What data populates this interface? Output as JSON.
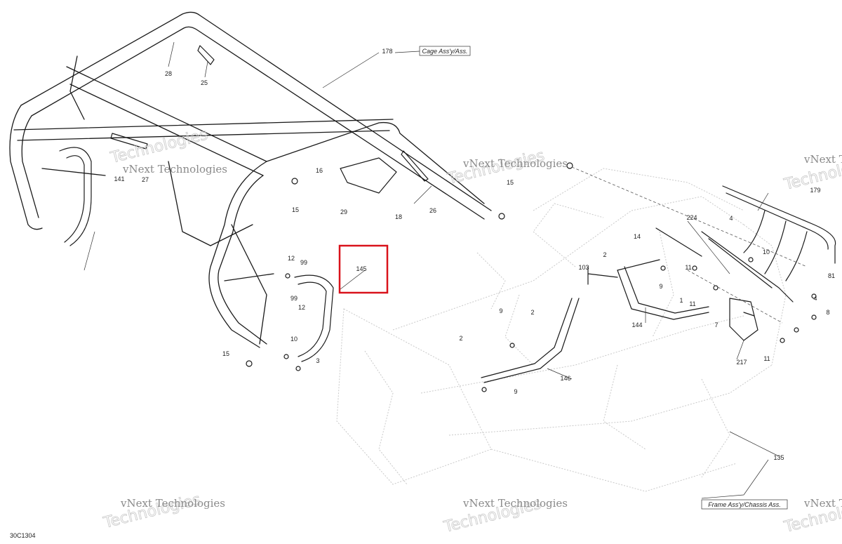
{
  "diagram_id": "30C1304",
  "assembly_labels": {
    "cage": "Cage Ass'y/Ass.",
    "frame": "Frame Ass'y/Chassis Ass."
  },
  "watermark": {
    "line1": "vNext Technologies",
    "line2": "Technologies"
  },
  "highlight": {
    "part": "145",
    "color": "#d9121b"
  },
  "callouts": [
    {
      "id": "c178",
      "text": "178"
    },
    {
      "id": "c28",
      "text": "28"
    },
    {
      "id": "c25",
      "text": "25"
    },
    {
      "id": "c141",
      "text": "141"
    },
    {
      "id": "c27",
      "text": "27"
    },
    {
      "id": "c16",
      "text": "16"
    },
    {
      "id": "c15a",
      "text": "15"
    },
    {
      "id": "c29",
      "text": "29"
    },
    {
      "id": "c18",
      "text": "18"
    },
    {
      "id": "c26",
      "text": "26"
    },
    {
      "id": "c15b",
      "text": "15"
    },
    {
      "id": "c12a",
      "text": "12"
    },
    {
      "id": "c99a",
      "text": "99"
    },
    {
      "id": "c99b",
      "text": "99"
    },
    {
      "id": "c12b",
      "text": "12"
    },
    {
      "id": "c145",
      "text": "145"
    },
    {
      "id": "c10a",
      "text": "10"
    },
    {
      "id": "c3",
      "text": "3"
    },
    {
      "id": "c15c",
      "text": "15"
    },
    {
      "id": "c9a",
      "text": "9"
    },
    {
      "id": "c2a",
      "text": "2"
    },
    {
      "id": "c2b",
      "text": "2"
    },
    {
      "id": "c146",
      "text": "146"
    },
    {
      "id": "c9b",
      "text": "9"
    },
    {
      "id": "c103",
      "text": "103"
    },
    {
      "id": "c2c",
      "text": "2"
    },
    {
      "id": "c9c",
      "text": "9"
    },
    {
      "id": "c144",
      "text": "144"
    },
    {
      "id": "c14",
      "text": "14"
    },
    {
      "id": "c11a",
      "text": "11"
    },
    {
      "id": "c224",
      "text": "224"
    },
    {
      "id": "c4a",
      "text": "4"
    },
    {
      "id": "c179",
      "text": "179"
    },
    {
      "id": "c10b",
      "text": "10"
    },
    {
      "id": "c81",
      "text": "81"
    },
    {
      "id": "c4b",
      "text": "4"
    },
    {
      "id": "c1",
      "text": "1"
    },
    {
      "id": "c11b",
      "text": "11"
    },
    {
      "id": "c7",
      "text": "7"
    },
    {
      "id": "c8",
      "text": "8"
    },
    {
      "id": "c11c",
      "text": "11"
    },
    {
      "id": "c217",
      "text": "217"
    },
    {
      "id": "c135",
      "text": "135"
    }
  ]
}
